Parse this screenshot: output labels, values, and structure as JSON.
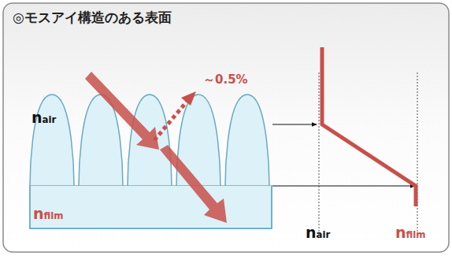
{
  "diagram": {
    "title": "◎モスアイ構造のある表面",
    "labels": [
      "～0.5%",
      "nair",
      "nfilm",
      "nair",
      "nfilm"
    ]
  }
}
